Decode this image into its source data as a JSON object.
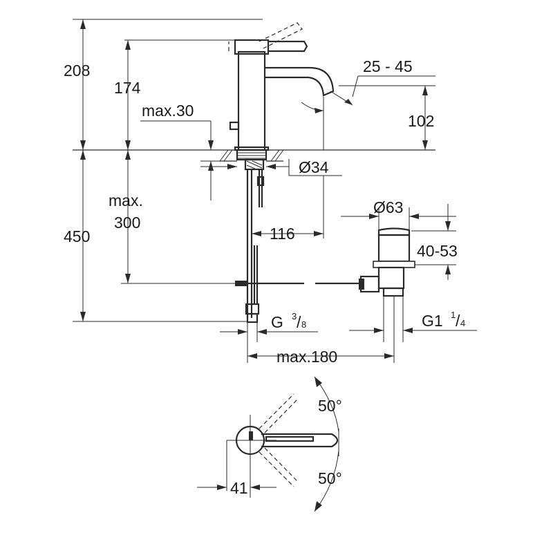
{
  "dimensions": {
    "total_height": "208",
    "spout_height_top": "174",
    "deck_thickness": "max.30",
    "spout_angle": "25 - 45",
    "spout_clearance": "102",
    "hole_diameter": "Ø34",
    "below_deck_max": "max.",
    "below_deck_value": "300",
    "below_deck_total": "450",
    "spout_reach": "116",
    "waste_diameter": "Ø63",
    "waste_height": "40-53",
    "supply_thread_main": "G",
    "supply_thread_num": "3",
    "supply_thread_den": "8",
    "waste_thread_main": "G1",
    "waste_thread_num": "1",
    "waste_thread_den": "4",
    "max_reach": "max.180",
    "swivel_angle_top": "50°",
    "swivel_angle_bottom": "50°",
    "handle_offset": "41"
  }
}
